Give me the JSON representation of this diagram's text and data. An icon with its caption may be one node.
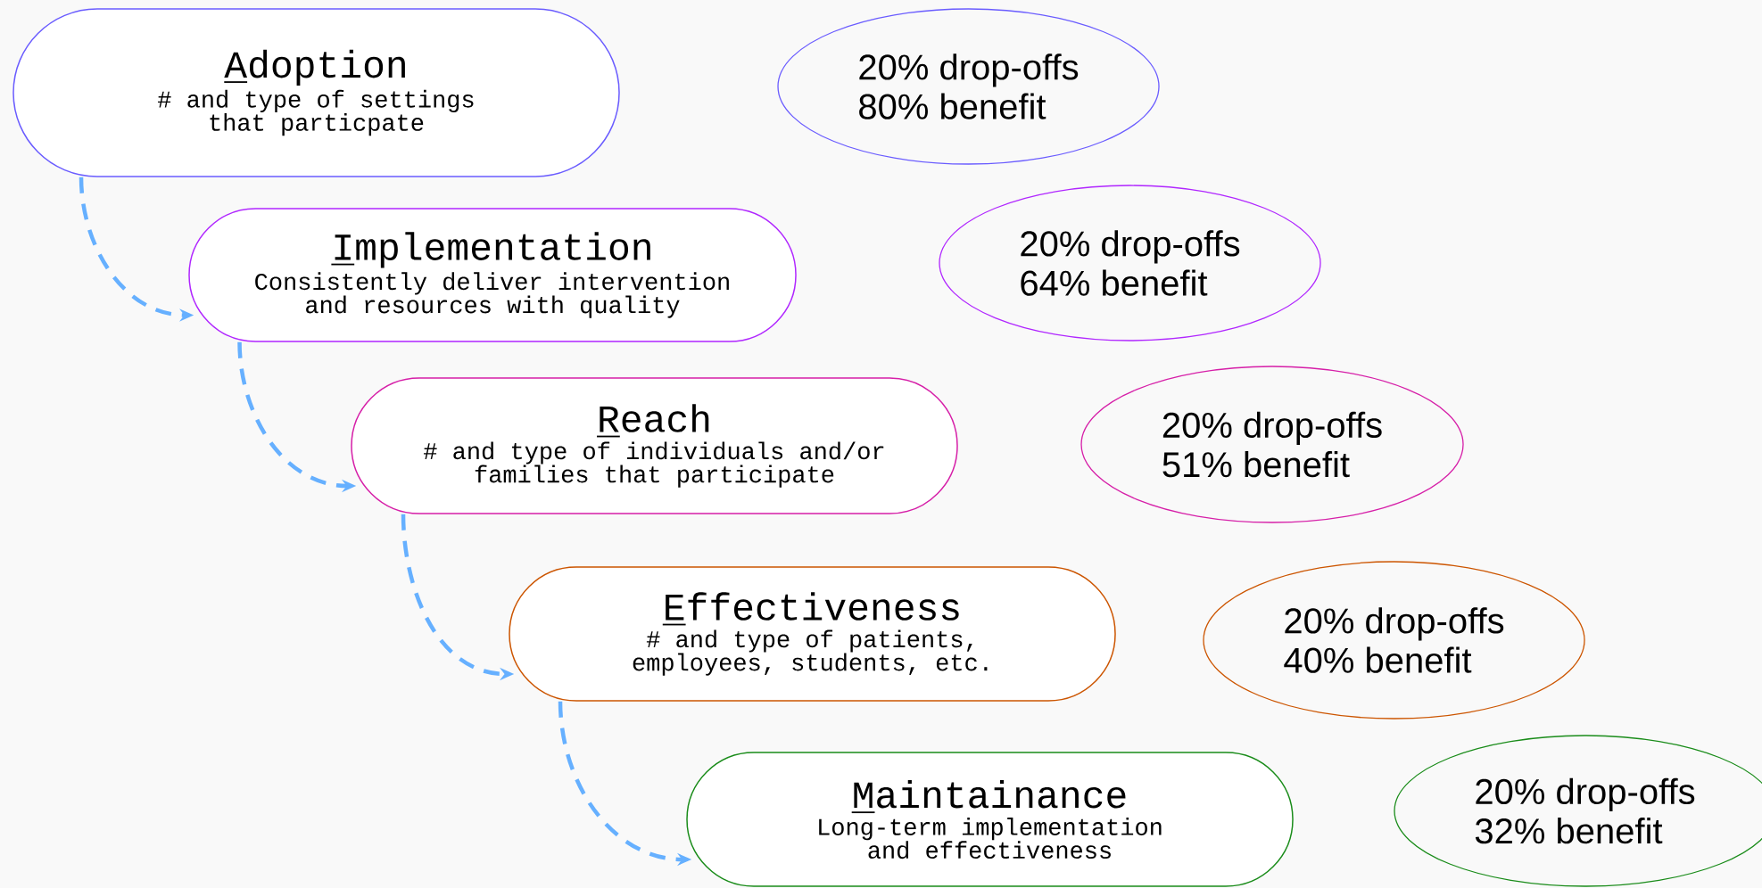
{
  "diagram": {
    "nodes": [
      {
        "text": [
          "Adoption",
          "# and type of settings that particpate"
        ]
      },
      {
        "text": [
          "20% drop-offs",
          "80% benefit"
        ]
      },
      {
        "text": [
          "Implementation",
          "Consistently deliver intervention and resources with quality"
        ]
      },
      {
        "text": [
          "20% drop-offs",
          "64% benefit"
        ]
      },
      {
        "text": [
          "Reach",
          "# and type of individuals and/or families that participate"
        ]
      },
      {
        "text": [
          "20% drop-offs",
          "51% benefit"
        ]
      },
      {
        "text": [
          "Effectiveness",
          "# and type of patients, employees, students, etc."
        ]
      },
      {
        "text": [
          "20% drop-offs",
          "40% benefit"
        ]
      },
      {
        "text": [
          "Maintainance",
          "Long-term implementation and effectiveness"
        ]
      },
      {
        "text": [
          "20% drop-offs",
          "32% benefit"
        ]
      }
    ],
    "edges": [
      {
        "from": 0,
        "to": 2,
        "arrow": "to",
        "style": "dashed"
      },
      {
        "from": 2,
        "to": 4,
        "arrow": "to",
        "style": "dashed"
      },
      {
        "from": 4,
        "to": 6,
        "arrow": "to",
        "style": "dashed"
      },
      {
        "from": 6,
        "to": 8,
        "arrow": "to",
        "style": "dashed"
      }
    ]
  }
}
